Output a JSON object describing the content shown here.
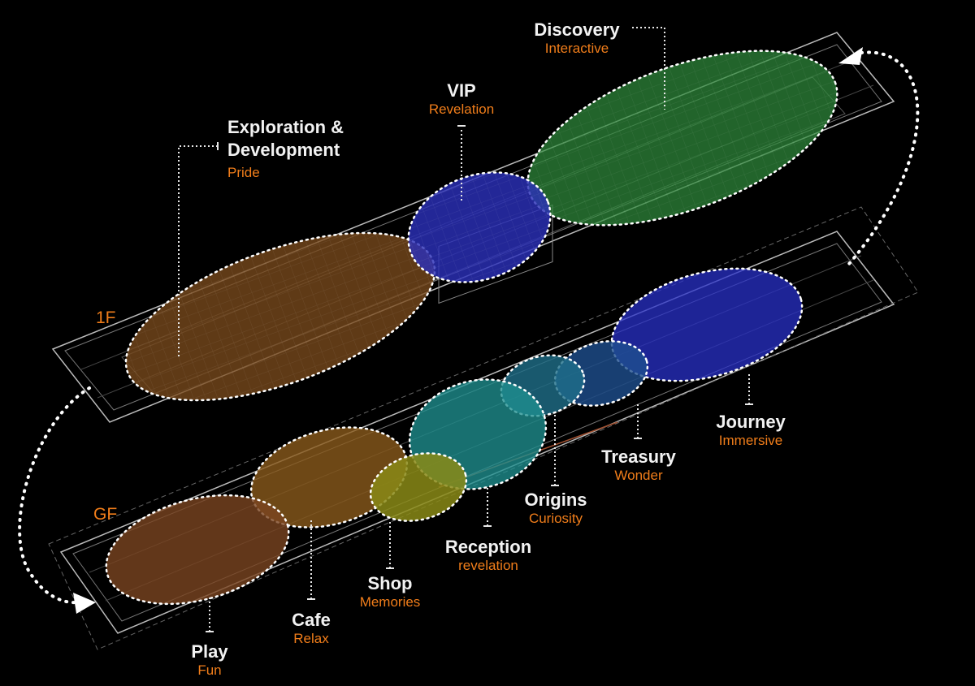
{
  "floors": {
    "upper": "1F",
    "ground": "GF"
  },
  "zones": [
    {
      "id": "discovery",
      "title": "Discovery",
      "subtitle": "Interactive",
      "color": "#2f8a3c"
    },
    {
      "id": "vip",
      "title": "VIP",
      "subtitle": "Revelation",
      "color": "#2b2fb8"
    },
    {
      "id": "exploration",
      "title": "Exploration &\nDevelopment",
      "subtitle": "Pride",
      "color": "#7a4a1c"
    },
    {
      "id": "journey",
      "title": "Journey",
      "subtitle": "Immersive",
      "color": "#2830c8"
    },
    {
      "id": "treasury",
      "title": "Treasury",
      "subtitle": "Wonder",
      "color": "#1e4f8e"
    },
    {
      "id": "origins",
      "title": "Origins",
      "subtitle": "Curiosity",
      "color": "#1f6f8a"
    },
    {
      "id": "reception",
      "title": "Reception",
      "subtitle": "revelation",
      "color": "#1f8f90"
    },
    {
      "id": "shop",
      "title": "Shop",
      "subtitle": "Memories",
      "color": "#8a8a16"
    },
    {
      "id": "cafe",
      "title": "Cafe",
      "subtitle": "Relax",
      "color": "#8a5a1c"
    },
    {
      "id": "play",
      "title": "Play",
      "subtitle": "Fun",
      "color": "#7a4520"
    }
  ],
  "colors": {
    "title": "#f2f2f2",
    "subtitle": "#f07d1a",
    "line": "#dddddd"
  }
}
